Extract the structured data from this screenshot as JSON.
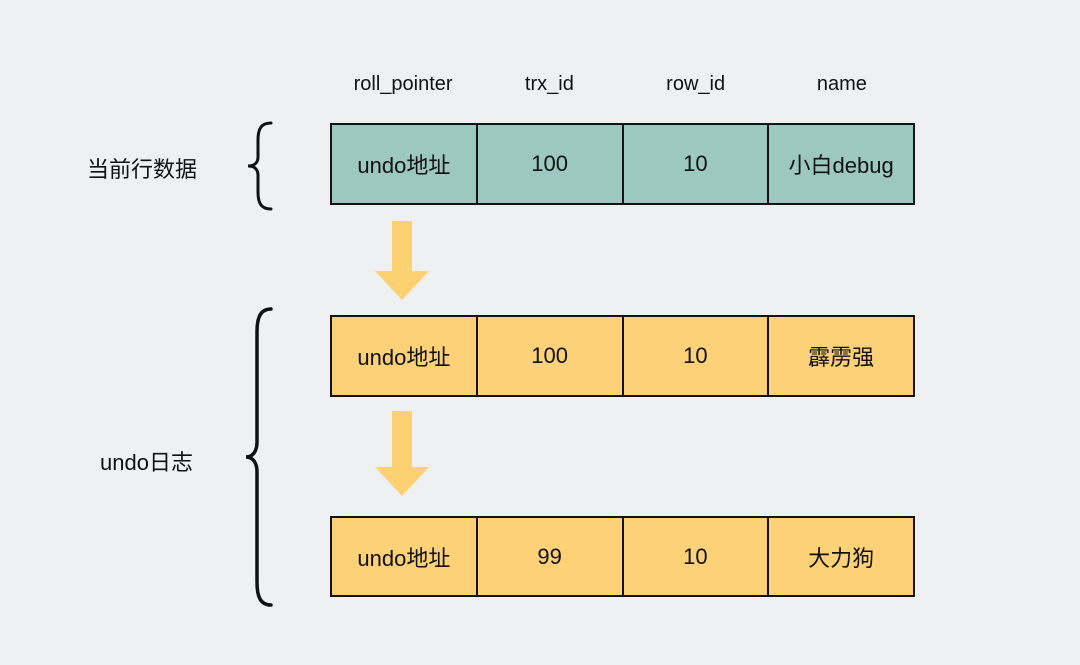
{
  "canvas": {
    "background": "#eff0f2"
  },
  "columns": [
    "roll_pointer",
    "trx_id",
    "row_id",
    "name"
  ],
  "groups": [
    {
      "label": "当前行数据",
      "fill": "#9cc8c0",
      "rows": [
        [
          "undo地址",
          "100",
          "10",
          "小白debug"
        ]
      ]
    },
    {
      "label": "undo日志",
      "fill": "#fcd178",
      "rows": [
        [
          "undo地址",
          "100",
          "10",
          "霹雳强"
        ],
        [
          "undo地址",
          "99",
          "10",
          "大力狗"
        ]
      ]
    }
  ],
  "arrow": {
    "fill": "#fcd172",
    "direction": "down"
  },
  "border_color": "#141414"
}
